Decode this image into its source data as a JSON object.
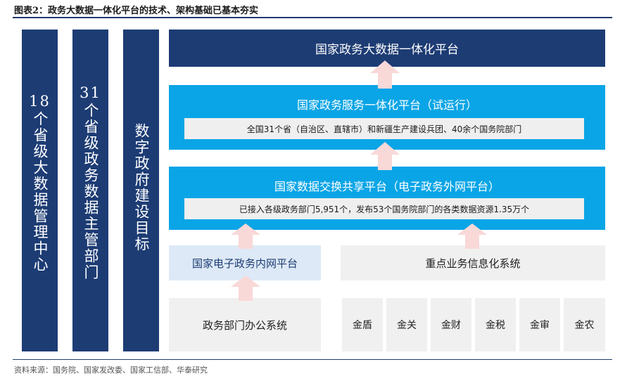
{
  "title": "图表2：政务大数据一体化平台的技术、架构基础已基本夯实",
  "columns": [
    {
      "num": "18",
      "text": "个省级大数据管理中心"
    },
    {
      "num": "31",
      "text": "个省级政务数据主管部门"
    },
    {
      "num": "",
      "text": "数字政府建设目标"
    }
  ],
  "top": {
    "label": "国家政务大数据一体化平台"
  },
  "service": {
    "label": "国家政务服务一体化平台（试运行）",
    "desc": "全国31个省（自治区、直辖市）和新疆生产建设兵团、40余个国务院部门"
  },
  "exchange": {
    "label": "国家数据交换共享平台（电子政务外网平台）",
    "desc": "已接入各级政务部门5,951个，发布53个国务院部门的各类数据资源1.35万个"
  },
  "intranet": {
    "label": "国家电子政务内网平台"
  },
  "office": {
    "label": "政务部门办公系统"
  },
  "business": {
    "label": "重点业务信息化系统",
    "systems": [
      "金盾",
      "金关",
      "金财",
      "金税",
      "金审",
      "金农"
    ]
  },
  "source": "资料来源：国务院、国家发改委、国家工信部、华泰研究",
  "colors": {
    "navy": "#1d3c74",
    "cyan": "#0aa5e6",
    "grey": "#f0f0f0",
    "pale": "#dde9f6",
    "arrow": "#f9d8d8"
  }
}
